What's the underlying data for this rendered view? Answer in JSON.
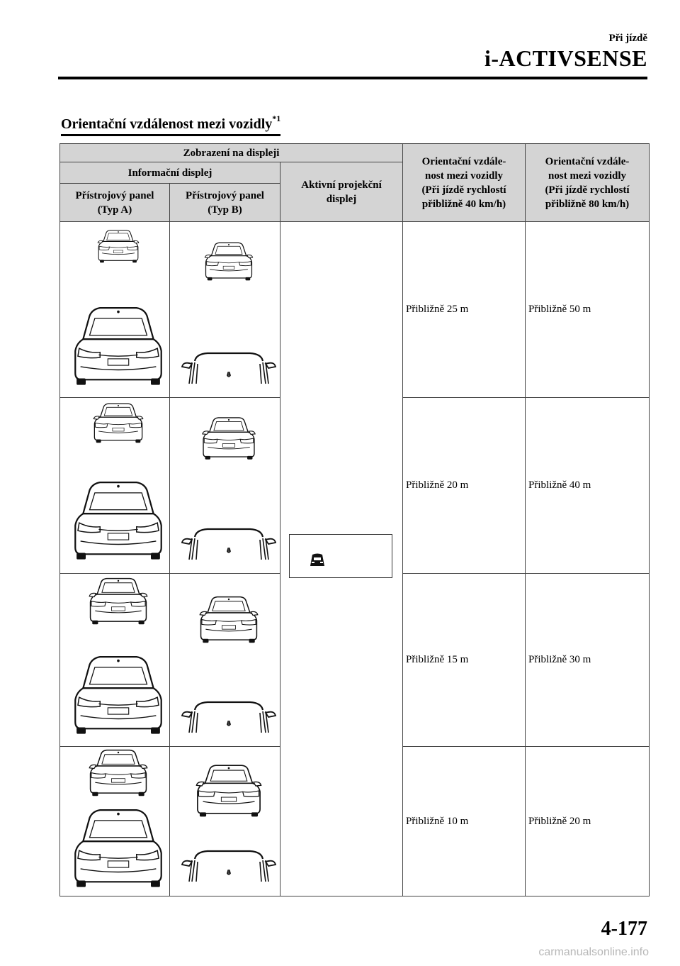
{
  "header": {
    "section": "Při jízdě",
    "chapter": "i-ACTIVSENSE"
  },
  "heading": {
    "text": "Orientační vzdálenost mezi vozidly",
    "footnote_mark": "*1"
  },
  "table": {
    "col_group_display": "Zobrazení na displeji",
    "col_group_info": "Informační displej",
    "col_panel_a": "Přístrojový panel\n(Typ A)",
    "col_panel_b": "Přístrojový panel\n(Typ B)",
    "col_hud": "Aktivní projekční\ndisplej",
    "col_dist_40": "Orientační vzdále-\nnost mezi vozidly\n(Při jízdě rychlostí\npřibližně 40 km/h)",
    "col_dist_80": "Orientační vzdále-\nnost mezi vozidly\n(Při jízdě rychlostí\npřibližně 80 km/h)",
    "rows": [
      {
        "dist_40": "Přibližně 25 m",
        "dist_80": "Přibližně 50 m"
      },
      {
        "dist_40": "Přibližně 20 m",
        "dist_80": "Přibližně 40 m"
      },
      {
        "dist_40": "Přibližně 15 m",
        "dist_80": "Přibližně 30 m"
      },
      {
        "dist_40": "Přibližně 10 m",
        "dist_80": "Přibližně 20 m"
      }
    ]
  },
  "icons": {
    "front_car": "car-rear-view-icon",
    "own_car": "own-car-icon",
    "hud": "vehicle-ahead-icon"
  },
  "page_number": "4-177",
  "watermark": "carmanualsonline.info"
}
